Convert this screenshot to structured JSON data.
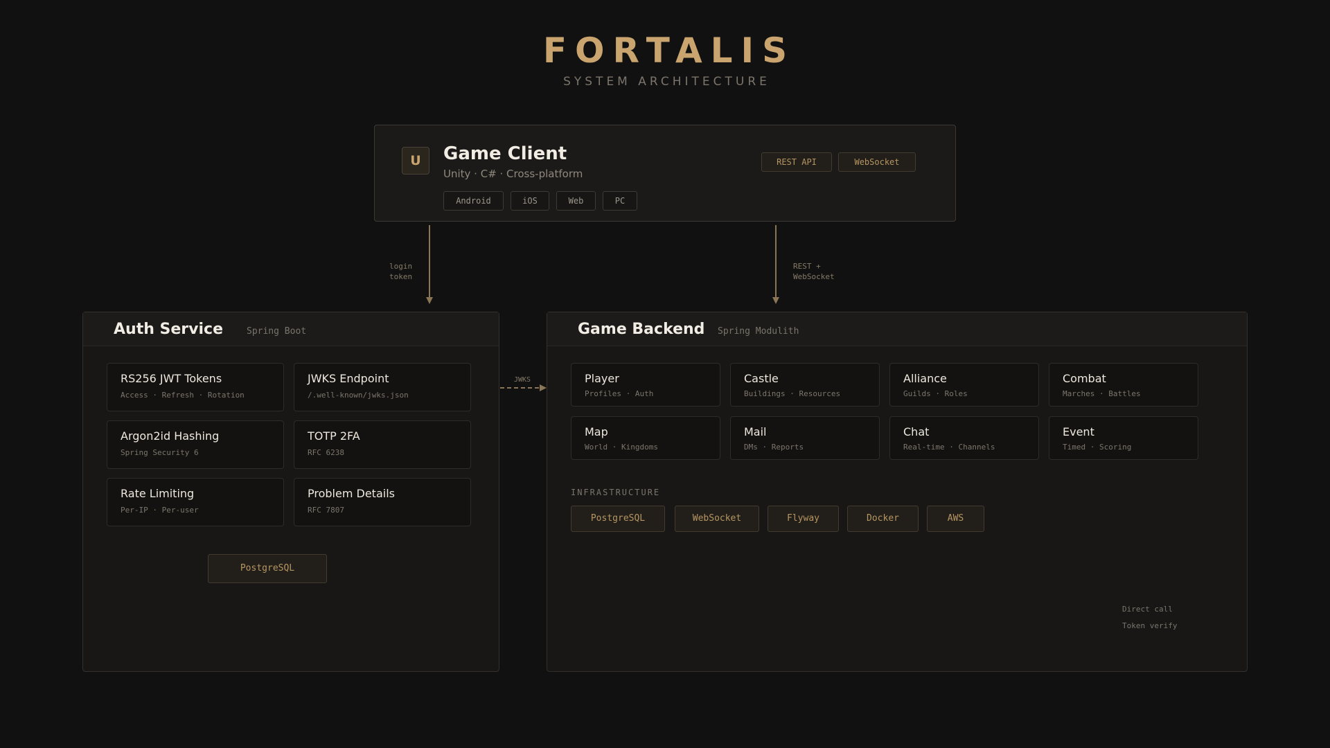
{
  "header": {
    "title": "FORTALIS",
    "subtitle": "SYSTEM ARCHITECTURE"
  },
  "client": {
    "badge": "U",
    "name": "Game Client",
    "stack": "Unity · C# · Cross-platform",
    "platforms": [
      "Android",
      "iOS",
      "Web",
      "PC"
    ],
    "protocols": [
      "REST API",
      "WebSocket"
    ]
  },
  "connectors": {
    "client_to_auth": "login\ntoken",
    "client_to_backend": "REST +\nWebSocket",
    "auth_to_backend": "JWKS"
  },
  "auth": {
    "title": "Auth Service",
    "subtitle": "Spring Boot",
    "modules": [
      {
        "title": "RS256 JWT Tokens",
        "sub": "Access · Refresh · Rotation"
      },
      {
        "title": "JWKS Endpoint",
        "sub": "/.well-known/jwks.json"
      },
      {
        "title": "Argon2id Hashing",
        "sub": "Spring Security 6"
      },
      {
        "title": "TOTP 2FA",
        "sub": "RFC 6238"
      },
      {
        "title": "Rate Limiting",
        "sub": "Per-IP · Per-user"
      },
      {
        "title": "Problem Details",
        "sub": "RFC 7807"
      }
    ],
    "database": "PostgreSQL"
  },
  "backend": {
    "title": "Game Backend",
    "subtitle": "Spring Modulith",
    "modules": [
      {
        "title": "Player",
        "sub": "Profiles · Auth"
      },
      {
        "title": "Castle",
        "sub": "Buildings · Resources"
      },
      {
        "title": "Alliance",
        "sub": "Guilds · Roles"
      },
      {
        "title": "Combat",
        "sub": "Marches · Battles"
      },
      {
        "title": "Map",
        "sub": "World · Kingdoms"
      },
      {
        "title": "Mail",
        "sub": "DMs · Reports"
      },
      {
        "title": "Chat",
        "sub": "Real-time · Channels"
      },
      {
        "title": "Event",
        "sub": "Timed · Scoring"
      }
    ],
    "infrastructure_label": "INFRASTRUCTURE",
    "infrastructure": [
      "PostgreSQL",
      "WebSocket",
      "Flyway",
      "Docker",
      "AWS"
    ]
  },
  "legend": {
    "direct": "Direct call",
    "token": "Token verify"
  },
  "colors": {
    "accent": "#c9a46e",
    "background": "#121111",
    "arrow": "#8a7654"
  }
}
